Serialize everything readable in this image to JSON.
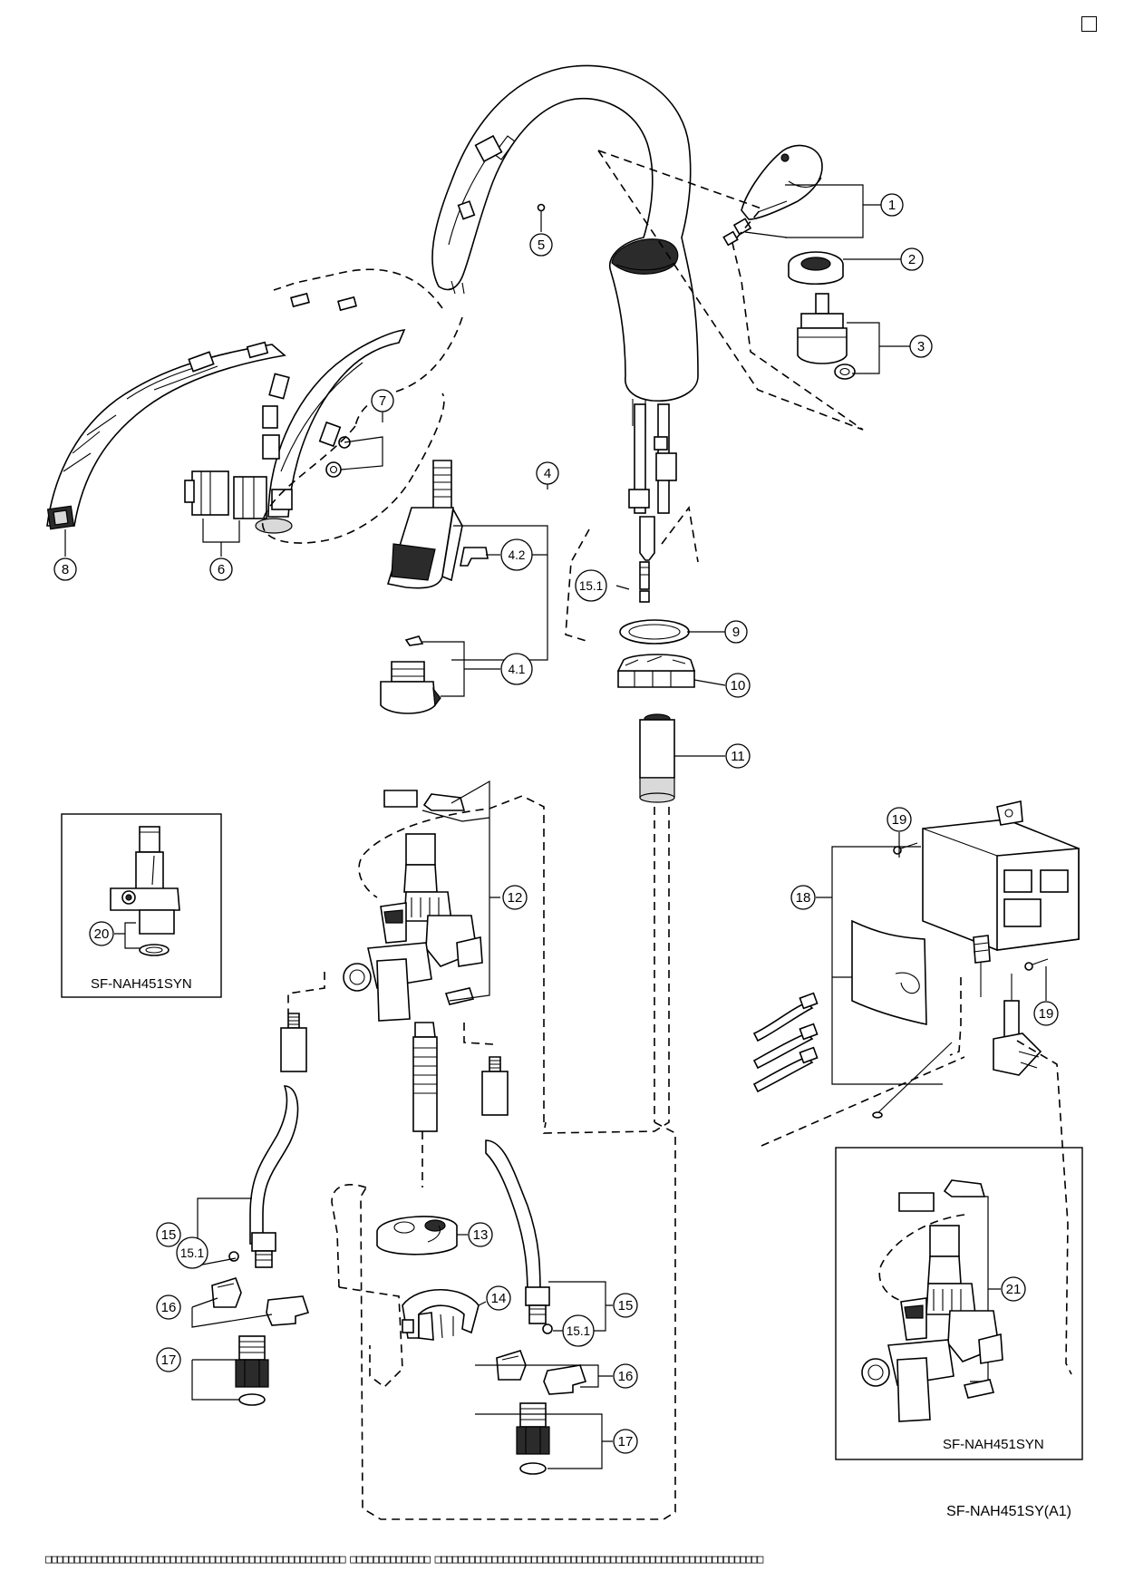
{
  "callouts": [
    {
      "id": "1",
      "text": "1"
    },
    {
      "id": "2",
      "text": "2"
    },
    {
      "id": "3",
      "text": "3"
    },
    {
      "id": "4",
      "text": "4"
    },
    {
      "id": "4.1",
      "text": "4.1"
    },
    {
      "id": "4.2",
      "text": "4.2"
    },
    {
      "id": "5",
      "text": "5"
    },
    {
      "id": "6",
      "text": "6"
    },
    {
      "id": "7",
      "text": "7"
    },
    {
      "id": "8",
      "text": "8"
    },
    {
      "id": "9",
      "text": "9"
    },
    {
      "id": "10",
      "text": "10"
    },
    {
      "id": "11",
      "text": "11"
    },
    {
      "id": "12",
      "text": "12"
    },
    {
      "id": "13",
      "text": "13"
    },
    {
      "id": "14",
      "text": "14"
    },
    {
      "id": "15a",
      "text": "15"
    },
    {
      "id": "15b",
      "text": "15"
    },
    {
      "id": "15.1a",
      "text": "15.1"
    },
    {
      "id": "15.1b",
      "text": "15.1"
    },
    {
      "id": "15.1c",
      "text": "15.1"
    },
    {
      "id": "16a",
      "text": "16"
    },
    {
      "id": "16b",
      "text": "16"
    },
    {
      "id": "17a",
      "text": "17"
    },
    {
      "id": "17b",
      "text": "17"
    },
    {
      "id": "18",
      "text": "18"
    },
    {
      "id": "19a",
      "text": "19"
    },
    {
      "id": "19b",
      "text": "19"
    },
    {
      "id": "20",
      "text": "20"
    },
    {
      "id": "21",
      "text": "21"
    }
  ],
  "inset_left": {
    "label": "SF-NAH451SYN"
  },
  "inset_right": {
    "label": "SF-NAH451SYN"
  },
  "model_number": "SF-NAH451SY(A1)",
  "footer": {
    "text": "□□□□□□□□□□□□□□□□□□□□□□□□□□□□□□□□□□□□□□□□□□□□□□□□□□□□□ □□□□□□□□□□□□□□ □□□□□□□□□□□□□□□□□□□□□□□□□□□□□□□□□□□□□□□□□□□□□□□□□□□□□□□□□□"
  }
}
